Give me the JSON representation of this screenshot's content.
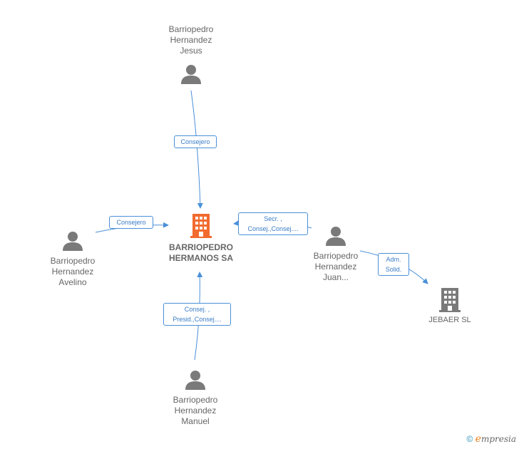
{
  "colors": {
    "edge": "#4a90d9",
    "person": "#7a7a7a",
    "company_main": "#f26a2e",
    "company": "#7a7a7a"
  },
  "nodes": {
    "main": {
      "lines": [
        "BARRIOPEDRO",
        "HERMANOS SA"
      ],
      "icon": "building-icon"
    },
    "jesus": {
      "lines": [
        "Barriopedro",
        "Hernandez",
        "Jesus"
      ],
      "icon": "person-icon"
    },
    "avelino": {
      "lines": [
        "Barriopedro",
        "Hernandez",
        "Avelino"
      ],
      "icon": "person-icon"
    },
    "juan": {
      "lines": [
        "Barriopedro",
        "Hernandez",
        "Juan..."
      ],
      "icon": "person-icon"
    },
    "manuel": {
      "lines": [
        "Barriopedro",
        "Hernandez",
        "Manuel"
      ],
      "icon": "person-icon"
    },
    "jebaer": {
      "lines": [
        "JEBAER SL"
      ],
      "icon": "building-icon"
    }
  },
  "edges": {
    "jesus": [
      "Consejero"
    ],
    "avelino": [
      "Consejero"
    ],
    "juan_main": [
      "Secr. ,",
      "Consej.,Consej...."
    ],
    "juan_jebaer": [
      "Adm.",
      "Solid."
    ],
    "manuel": [
      "Consej. ,",
      "Presid.,Consej...."
    ]
  },
  "footer": {
    "copyright": "©",
    "brand_e": "e",
    "brand_rest": "mpresia"
  }
}
